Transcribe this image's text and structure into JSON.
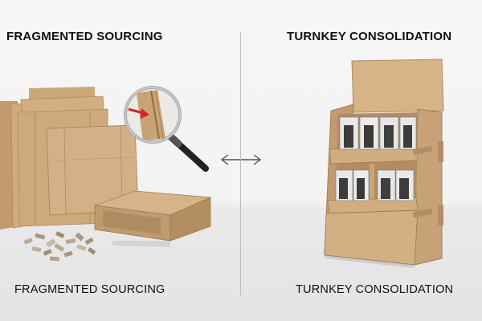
{
  "left_panel": {
    "heading": "FRAGMENTED SOURCING",
    "caption": "FRAGMENTED SOURCING"
  },
  "right_panel": {
    "heading": "TURNKEY CONSOLIDATION",
    "caption": "TURNKEY CONSOLIDATION"
  },
  "center": {
    "arrow_icon": "double-arrow-icon"
  },
  "colors": {
    "cardboard": "#c9a57a",
    "cardboard_dark": "#a9855c",
    "background": "#f3f3f3",
    "floor": "#e5e5e5",
    "accent_red": "#d0262b"
  }
}
